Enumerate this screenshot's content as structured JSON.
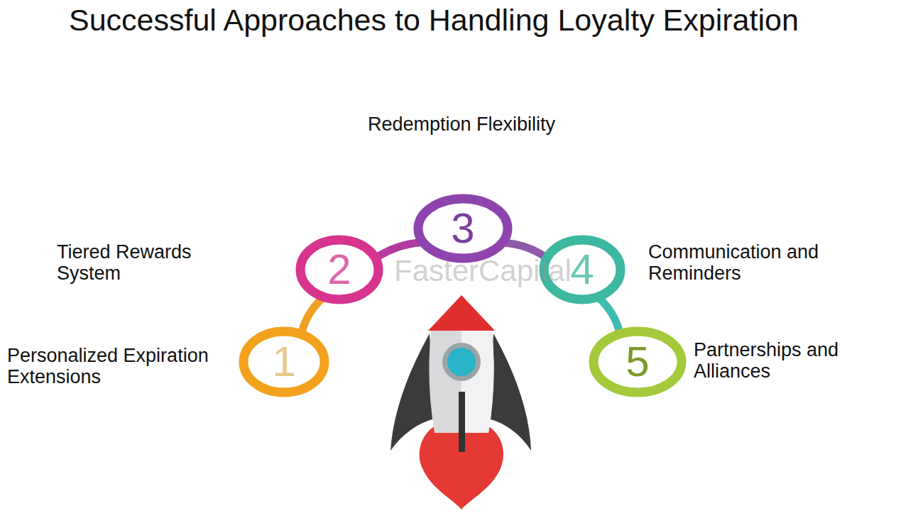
{
  "diagram": {
    "title": "Successful Approaches to Handling Loyalty Expiration",
    "nodes": [
      {
        "text": [
          "1",
          "Personalized Expiration Extensions"
        ]
      },
      {
        "text": [
          "2",
          "Tiered Rewards System"
        ]
      },
      {
        "text": [
          "3",
          "Redemption Flexibility"
        ]
      },
      {
        "text": [
          "4",
          "Communication and Reminders"
        ]
      },
      {
        "text": [
          "5",
          "Partnerships and Alliances"
        ]
      }
    ],
    "edges": [
      {
        "from": 0,
        "to": 1,
        "arrow": "none"
      },
      {
        "from": 1,
        "to": 2,
        "arrow": "none"
      },
      {
        "from": 2,
        "to": 3,
        "arrow": "none"
      },
      {
        "from": 3,
        "to": 4,
        "arrow": "none"
      }
    ],
    "labels": [
      "FasterCapital"
    ]
  }
}
